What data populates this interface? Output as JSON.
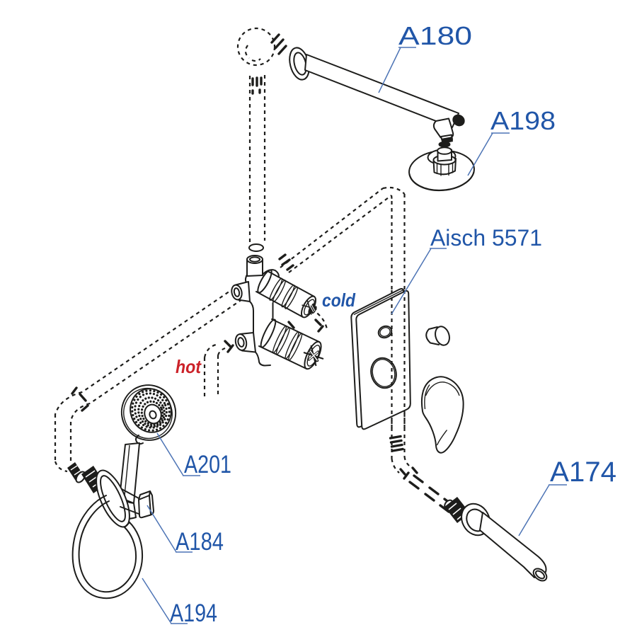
{
  "diagram": {
    "labels": {
      "shower_arm": "A180",
      "shower_head": "A198",
      "trim_plate": "Aisch 5571",
      "spout": "A174",
      "hand_shower": "A201",
      "bracket": "A184",
      "hose": "A194",
      "cold": "cold",
      "hot": "hot"
    },
    "colors": {
      "label_blue": "#2156a8",
      "hot_red": "#cc2229",
      "line_black": "#1d1d1b",
      "leader_blue": "#4d74b5",
      "background": "#ffffff"
    }
  }
}
